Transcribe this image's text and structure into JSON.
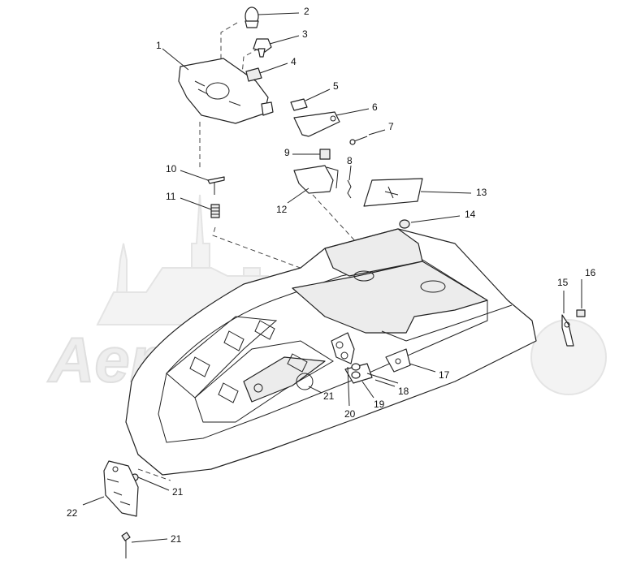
{
  "callouts": [
    "1",
    "2",
    "3",
    "4",
    "5",
    "6",
    "7",
    "8",
    "9",
    "10",
    "11",
    "12",
    "13",
    "14",
    "15",
    "16",
    "17",
    "18",
    "19",
    "20",
    "21",
    "22"
  ],
  "repeat_label": "21",
  "watermark_text": "AeroMoto"
}
